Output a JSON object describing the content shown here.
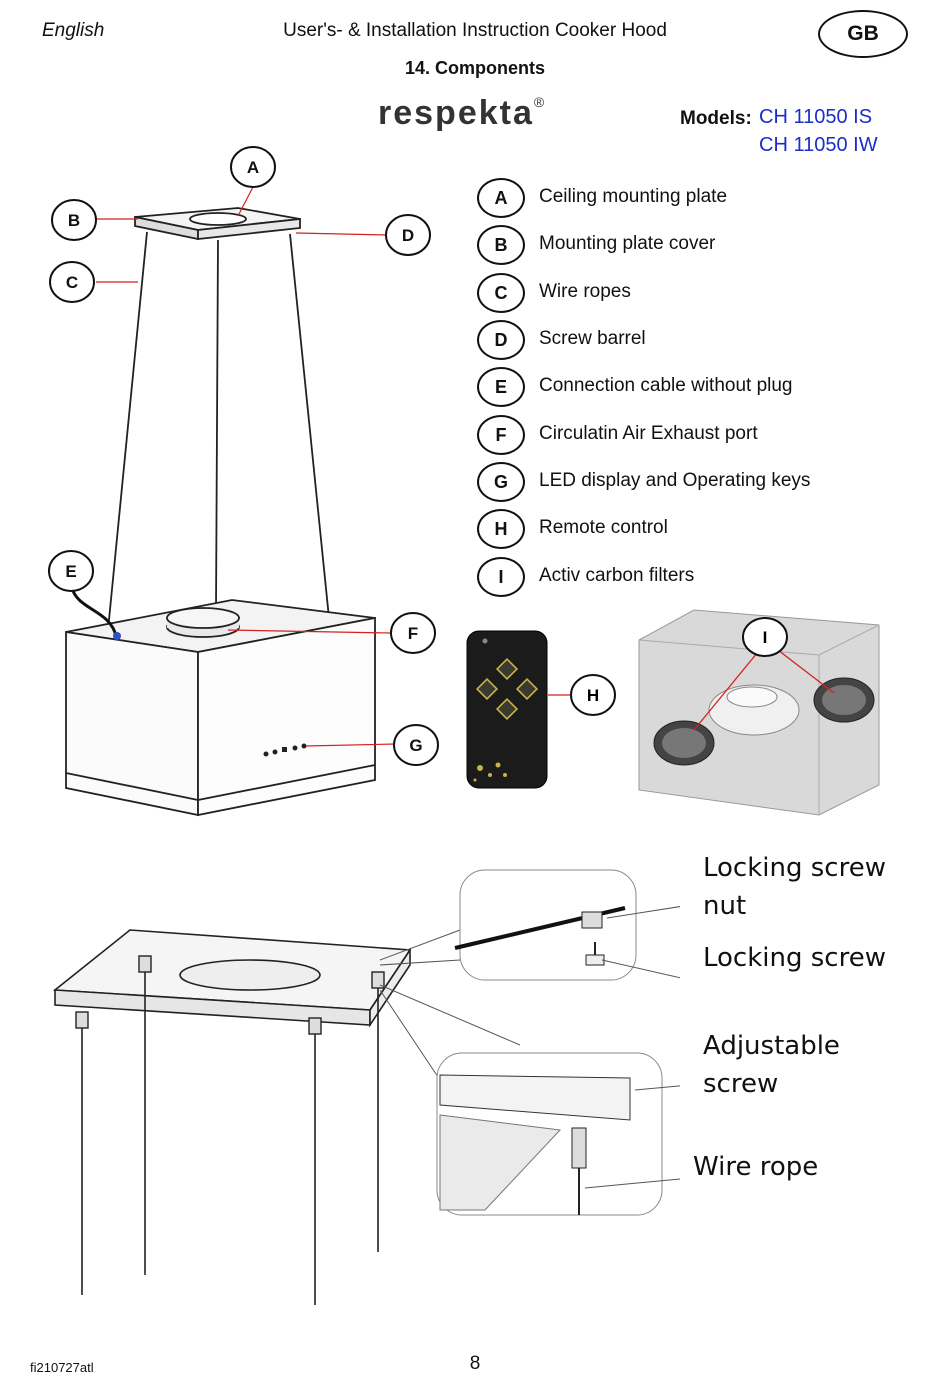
{
  "header": {
    "language": "English",
    "title": "User's- & Installation Instruction Cooker Hood",
    "country": "GB"
  },
  "section_title": "14. Components",
  "brand": {
    "name": "respekta",
    "mark": "®"
  },
  "models": {
    "label": "Models:",
    "items": [
      "CH 11050 IS",
      "CH 11050 IW"
    ]
  },
  "legend": [
    {
      "letter": "A",
      "label": "Ceiling mounting plate"
    },
    {
      "letter": "B",
      "label": "Mounting plate cover"
    },
    {
      "letter": "C",
      "label": "Wire ropes"
    },
    {
      "letter": "D",
      "label": "Screw barrel"
    },
    {
      "letter": "E",
      "label": "Connection cable without plug"
    },
    {
      "letter": "F",
      "label": "Circulatin Air Exhaust port"
    },
    {
      "letter": "G",
      "label": "LED display and Operating keys"
    },
    {
      "letter": "H",
      "label": "Remote control"
    },
    {
      "letter": "I",
      "label": "Activ carbon filters"
    }
  ],
  "diagram_labels": [
    "A",
    "B",
    "C",
    "D",
    "E",
    "F",
    "G",
    "H",
    "I"
  ],
  "detail_callouts": {
    "locking_nut_line1": "Locking screw",
    "locking_nut_line2": "nut",
    "locking_screw": "Locking screw",
    "adjustable_line1": "Adjustable",
    "adjustable_line2": "screw",
    "wire_rope": "Wire rope"
  },
  "footer": {
    "code": "fi210727atl",
    "page": "8"
  },
  "colors": {
    "model_text": "#1a2ec9",
    "leader_line": "#d42020",
    "remote_body": "#1b1b1b",
    "remote_keys": "#c9b24a"
  }
}
